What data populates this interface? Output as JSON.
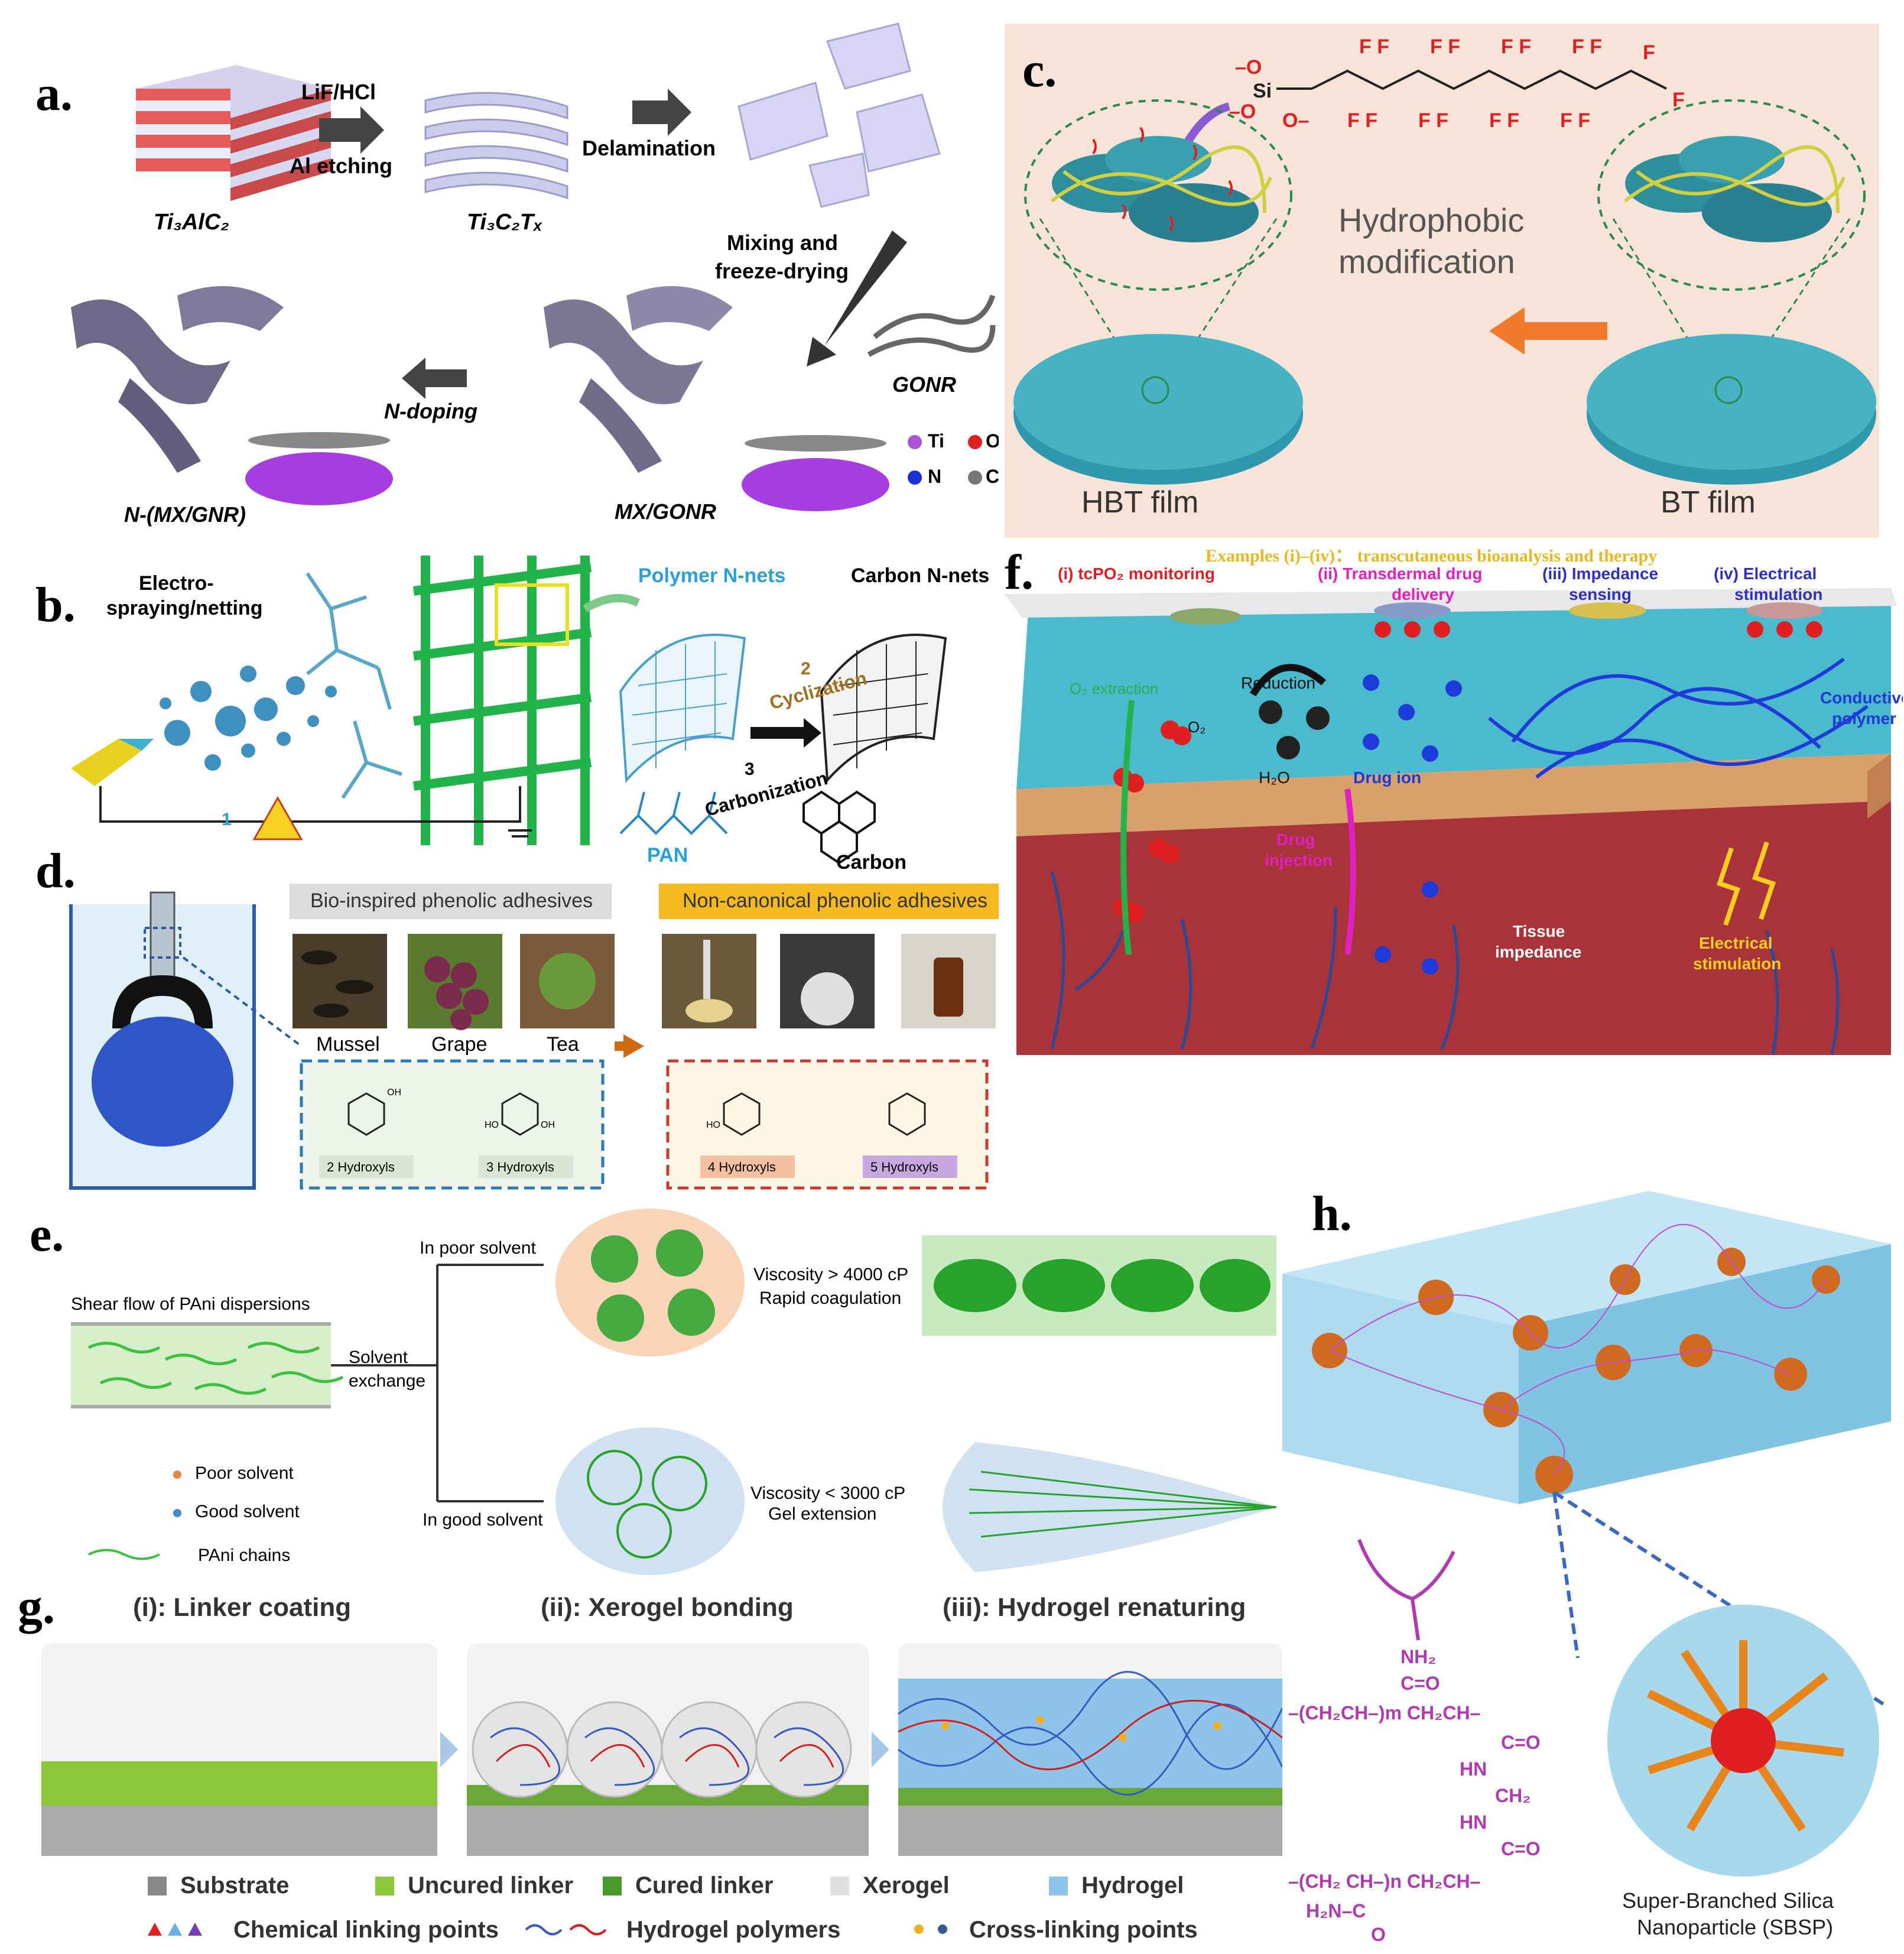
{
  "panels": {
    "a": {
      "label": "a.",
      "steps": [
        "LiF/HCl",
        "Al etching",
        "Delamination",
        "Mixing and",
        "freeze-drying",
        "N-doping"
      ],
      "materials": [
        "Ti₃AlC₂",
        "Ti₃C₂Tₓ",
        "GONR",
        "MX/GONR",
        "N-(MX/GNR)"
      ],
      "elements": [
        "Ti",
        "O",
        "N",
        "C"
      ],
      "colors": {
        "Ti": "#a855d8",
        "O": "#e02020",
        "N": "#1b2fd6",
        "C": "#777777"
      }
    },
    "b": {
      "label": "b.",
      "texts": [
        "Electro-",
        "spraying/netting",
        "Polymer N-nets",
        "Carbon N-nets",
        "2",
        "Cyclization",
        "3",
        "Carbonization",
        "1",
        "PAN",
        "Carbon"
      ]
    },
    "c": {
      "label": "c.",
      "center": [
        "Hydrophobic",
        "modification"
      ],
      "films": [
        "HBT film",
        "BT film"
      ],
      "atoms": [
        "O",
        "O",
        "O",
        "Si",
        "F"
      ]
    },
    "d": {
      "label": "d.",
      "header_left": "Bio-inspired phenolic adhesives",
      "header_right": "Non-canonical phenolic adhesives",
      "sources": [
        "Mussel",
        "Grape",
        "Tea"
      ],
      "hydroxyls": [
        "2 Hydroxyls",
        "3 Hydroxyls",
        "4 Hydroxyls",
        "5 Hydroxyls"
      ],
      "oh": "OH",
      "ho": "HO"
    },
    "e": {
      "label": "e.",
      "texts": [
        "Shear flow of PAni dispersions",
        "Solvent",
        "exchange",
        "In poor solvent",
        "In good solvent",
        "Viscosity > 4000 cP",
        "Rapid coagulation",
        "Viscosity < 3000 cP",
        "Gel extension"
      ],
      "legend": [
        "Poor solvent",
        "Good solvent",
        "PAni chains"
      ]
    },
    "f": {
      "label": "f.",
      "title": "Examples (i)–(iv)： transcutaneous bioanalysis and therapy",
      "items": [
        {
          "text": "(i) tcPO₂ monitoring",
          "color": "#e02020"
        },
        {
          "text": "(ii) Transdermal drug",
          "color": "#e020c0"
        },
        {
          "text": "delivery",
          "color": "#e020c0"
        },
        {
          "text": "(iii) Impedance",
          "color": "#3030c0"
        },
        {
          "text": "sensing",
          "color": "#3030c0"
        },
        {
          "text": "(iv) Electrical",
          "color": "#3030c0"
        },
        {
          "text": "stimulation",
          "color": "#3030c0"
        }
      ],
      "scene": [
        "O₂ extraction",
        "Reduction",
        "O₂",
        "H₂O",
        "Drug ion",
        "Conductive",
        "polymer",
        "Drug",
        "injection",
        "Tissue",
        "impedance",
        "Electrical",
        "stimulation"
      ]
    },
    "g": {
      "label": "g.",
      "steps": [
        "(i): Linker coating",
        "(ii): Xerogel bonding",
        "(iii): Hydrogel renaturing"
      ],
      "legend": [
        "Substrate",
        "Uncured linker",
        "Cured linker",
        "Xerogel",
        "Hydrogel",
        "Chemical linking points",
        "Hydrogel polymers",
        "Cross-linking points"
      ]
    },
    "h": {
      "label": "h.",
      "chem": [
        "NH₂",
        "C=O",
        "–(CH₂CH–)m CH₂CH–",
        "C=O",
        "HN",
        "CH₂",
        "HN",
        "C=O",
        "–(CH₂ CH–)n CH₂CH–",
        "H₂N–C",
        "O"
      ],
      "caption": [
        "Super-Branched Silica",
        "Nanoparticle (SBSP)"
      ]
    }
  }
}
